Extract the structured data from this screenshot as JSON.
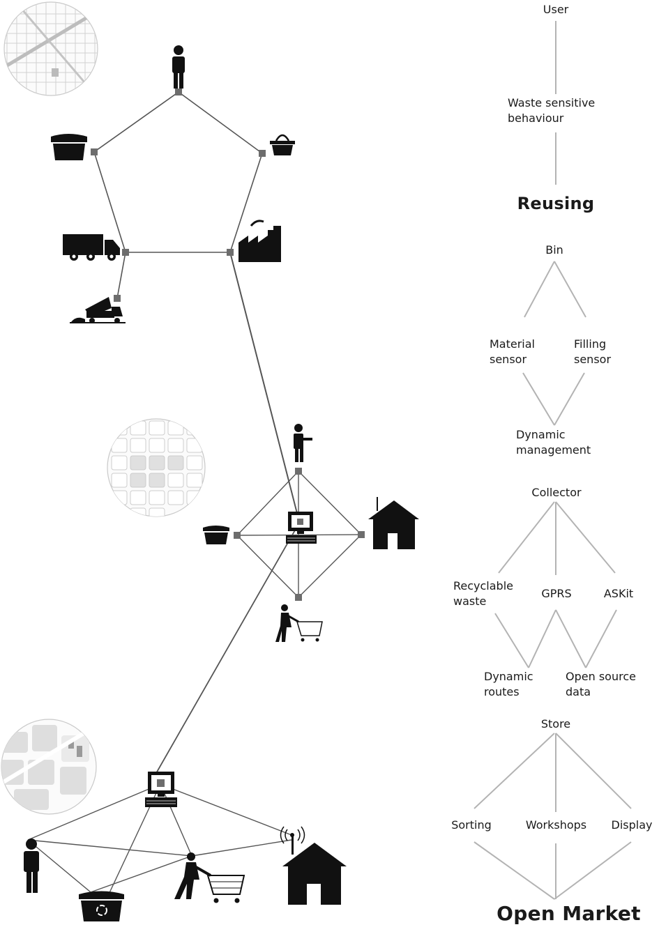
{
  "right_tree": {
    "user": "User",
    "waste_sensitive_behaviour": "Waste sensitive\nbehaviour",
    "reusing": "Reusing",
    "bin": "Bin",
    "material_sensor": "Material\nsensor",
    "filling_sensor": "Filling\nsensor",
    "dynamic_management": "Dynamic\nmanagement",
    "collector": "Collector",
    "recyclable_waste": "Recyclable\nwaste",
    "gprs": "GPRS",
    "askit": "ASKit",
    "dynamic_routes": "Dynamic\nroutes",
    "open_source_data": "Open source\ndata",
    "store": "Store",
    "sorting": "Sorting",
    "workshops": "Workshops",
    "display": "Display",
    "open_market": "Open Market"
  },
  "icons": {
    "network_1": [
      "person-icon",
      "bin-icon",
      "basket-icon",
      "truck-icon",
      "dump-truck-icon",
      "factory-icon"
    ],
    "network_2": [
      "person-icon",
      "bin-icon",
      "computer-icon",
      "store-icon",
      "shopper-cart-icon"
    ],
    "network_3": [
      "computer-icon",
      "person-icon",
      "recycle-bin-icon",
      "shopper-cart-icon",
      "store-antenna-icon"
    ]
  },
  "colors": {
    "line": "#555555",
    "tree_line": "#b3b3b3",
    "icon": "#111111",
    "node": "#6d6d6d",
    "map": "#cfcfcf"
  }
}
